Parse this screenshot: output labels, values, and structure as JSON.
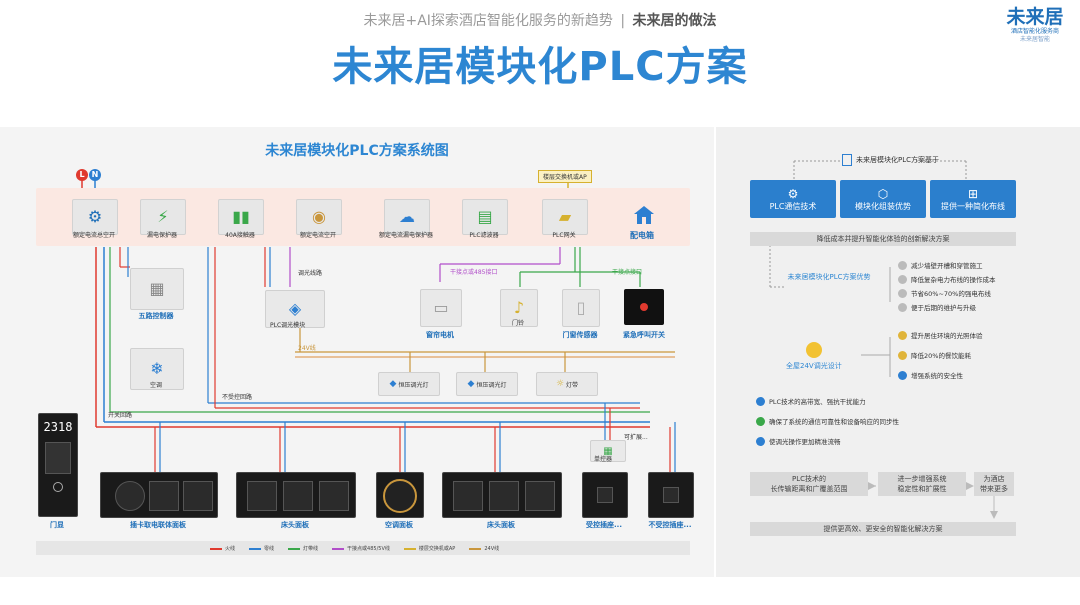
{
  "header": {
    "subtitle_prefix": "未来居+AI探索酒店智能化服务的新趋势",
    "subtitle_sep": "|",
    "subtitle_bold": "未来居的做法",
    "title": "未来居模块化PLC方案"
  },
  "logo": {
    "name": "未来居",
    "line1": "酒店智能化服务商",
    "line2": "未来居智能"
  },
  "diagram": {
    "title": "未来居模块化PLC方案系统图",
    "line_badges": [
      "L",
      "N"
    ],
    "ap_label": "楼层交换机或AP",
    "cabinet_modules": [
      {
        "label": "额定电流总空开"
      },
      {
        "label": "漏电保护器"
      },
      {
        "label": "40A接触器"
      },
      {
        "label": "额定电流空开"
      },
      {
        "label": "额定电流漏电保护器"
      },
      {
        "label": "PLC滤波器"
      },
      {
        "label": "PLC网关"
      }
    ],
    "cabinet_label": "配电箱",
    "five_way": "五路控制器",
    "aircon": "空调",
    "plc_dimmer": "PLC调光模块",
    "dry_contact_485": "干接点或485接口",
    "dry_contact": "干接点接口",
    "labels_small": {
      "dimming_line": "调光线路",
      "v24": "24V线",
      "no_switch": "不受控回路",
      "switch_circuit": "开关回路",
      "expand": "可扩展..."
    },
    "devices": [
      {
        "label": "窗帘电机"
      },
      {
        "label": "门铃"
      },
      {
        "label": "门窗传感器"
      },
      {
        "label": "紧急呼叫开关"
      }
    ],
    "lights": [
      {
        "label": "恒压调光灯"
      },
      {
        "label": "恒压调光灯"
      },
      {
        "label": "灯带"
      }
    ],
    "single_control": "单控器",
    "door_number": "2318",
    "panels": [
      {
        "label": "门显"
      },
      {
        "label": "插卡取电联体面板"
      },
      {
        "label": "床头面板"
      },
      {
        "label": "空调面板"
      },
      {
        "label": "床头面板"
      },
      {
        "label": "受控插座..."
      },
      {
        "label": "不受控插座..."
      }
    ],
    "legend": [
      {
        "label": "火线",
        "color": "#e03a2f"
      },
      {
        "label": "零线",
        "color": "#2d7fd1"
      },
      {
        "label": "灯带线",
        "color": "#3aa84a"
      },
      {
        "label": "干接点或485/5V线",
        "color": "#b14ec9"
      },
      {
        "label": "楼层交换机或AP",
        "color": "#d6b12f"
      },
      {
        "label": "24V线",
        "color": "#c9963c"
      }
    ]
  },
  "side": {
    "top_caption": "未来居模块化PLC方案基于",
    "pillars": [
      {
        "label": "PLC通信技术"
      },
      {
        "label": "模块化组装优势"
      },
      {
        "label": "提供一种简化布线"
      }
    ],
    "bar1": "降低成本并提升智能化体验的创新解决方案",
    "plc_adv_label": "未来居模块化PLC方案优势",
    "adv_items": [
      "减少墙壁开槽和穿管施工",
      "降低复杂电力布线的操作成本",
      "节省60%~70%的强电布线",
      "便于后期的维护与升级"
    ],
    "dimming_label": "全屋24V调光设计",
    "dim_items": [
      "提升居住环境的光照体验",
      "降低20%的餐饮能耗",
      "增强系统的安全性"
    ],
    "tech_items": [
      "PLC技术的高带宽、强抗干扰能力",
      "确保了系统的通信可靠性和设备响应的同步性",
      "使调光操作更加精准流畅"
    ],
    "flow": [
      {
        "line1": "PLC技术的",
        "line2": "长传输距离和广覆盖范围"
      },
      {
        "line1": "进一步增强系统",
        "line2": "稳定性和扩展性"
      },
      {
        "line1": "为酒店",
        "line2": "带来更多"
      }
    ],
    "bottom_bar": "提供更高效、更安全的智能化解决方案"
  }
}
